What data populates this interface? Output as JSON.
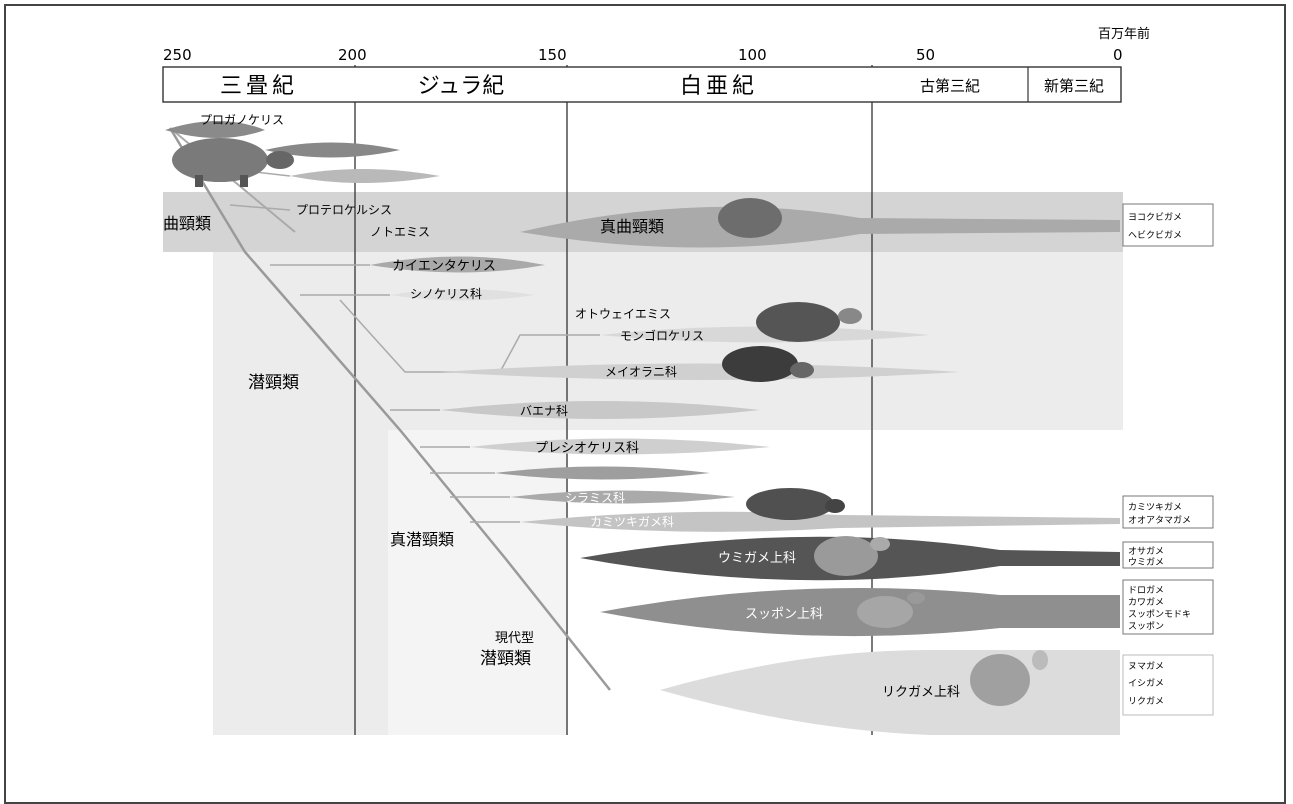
{
  "unit_label": "百万年前",
  "ticks": [
    "250",
    "200",
    "150",
    "100",
    "50",
    "0"
  ],
  "periods": [
    "三畳紀",
    "ジュラ紀",
    "白亜紀",
    "古第三紀",
    "新第三紀"
  ],
  "groups": {
    "pleurodira": "曲頸類",
    "cryptodira": "潜頸類",
    "eucryptodira": "真潜頸類",
    "modern_line1": "現代型",
    "modern_line2": "潜頸類",
    "eupleurodira": "真曲頸類"
  },
  "taxa": {
    "proganochelys": "プロガノケリス",
    "proterochersis": "プロテロケルシス",
    "notoemys": "ノトエミス",
    "kayentachelys": "カイエンタケリス",
    "sinochelyidae": "シノケリス科",
    "otwayemys": "オトウェイエミス",
    "mongolochelys": "モンゴロケリス",
    "meiolaniidae": "メイオラニ科",
    "baenidae": "バエナ科",
    "plesiochelyidae": "プレシオケリス科",
    "sinemydidae": "シラミス科",
    "chelydridae": "カミツキガメ科",
    "chelonioidea": "ウミガメ上科",
    "trionychoidea": "スッポン上科",
    "testudinoidea": "リクガメ上科"
  },
  "extant": {
    "pleuro_1": "ヨコクビガメ",
    "pleuro_2": "ヘビクビガメ",
    "chelydr_1": "カミツキガメ",
    "chelydr_2": "オオアタマガメ",
    "sea_1": "オサガメ",
    "sea_2": "ウミガメ",
    "tri_1": "ドロガメ",
    "tri_2": "カワガメ",
    "tri_3": "スッポンモドキ",
    "tri_4": "スッポン",
    "land_1": "ヌマガメ",
    "land_2": "イシガメ",
    "land_3": "リクガメ"
  },
  "colors": {
    "band_pleuro": "#d6d6d6",
    "band_crypto": "#efefef",
    "dark_lineage": "#555555",
    "mid_lineage": "#8a8a8a",
    "light_lineage": "#c6c6c6"
  }
}
